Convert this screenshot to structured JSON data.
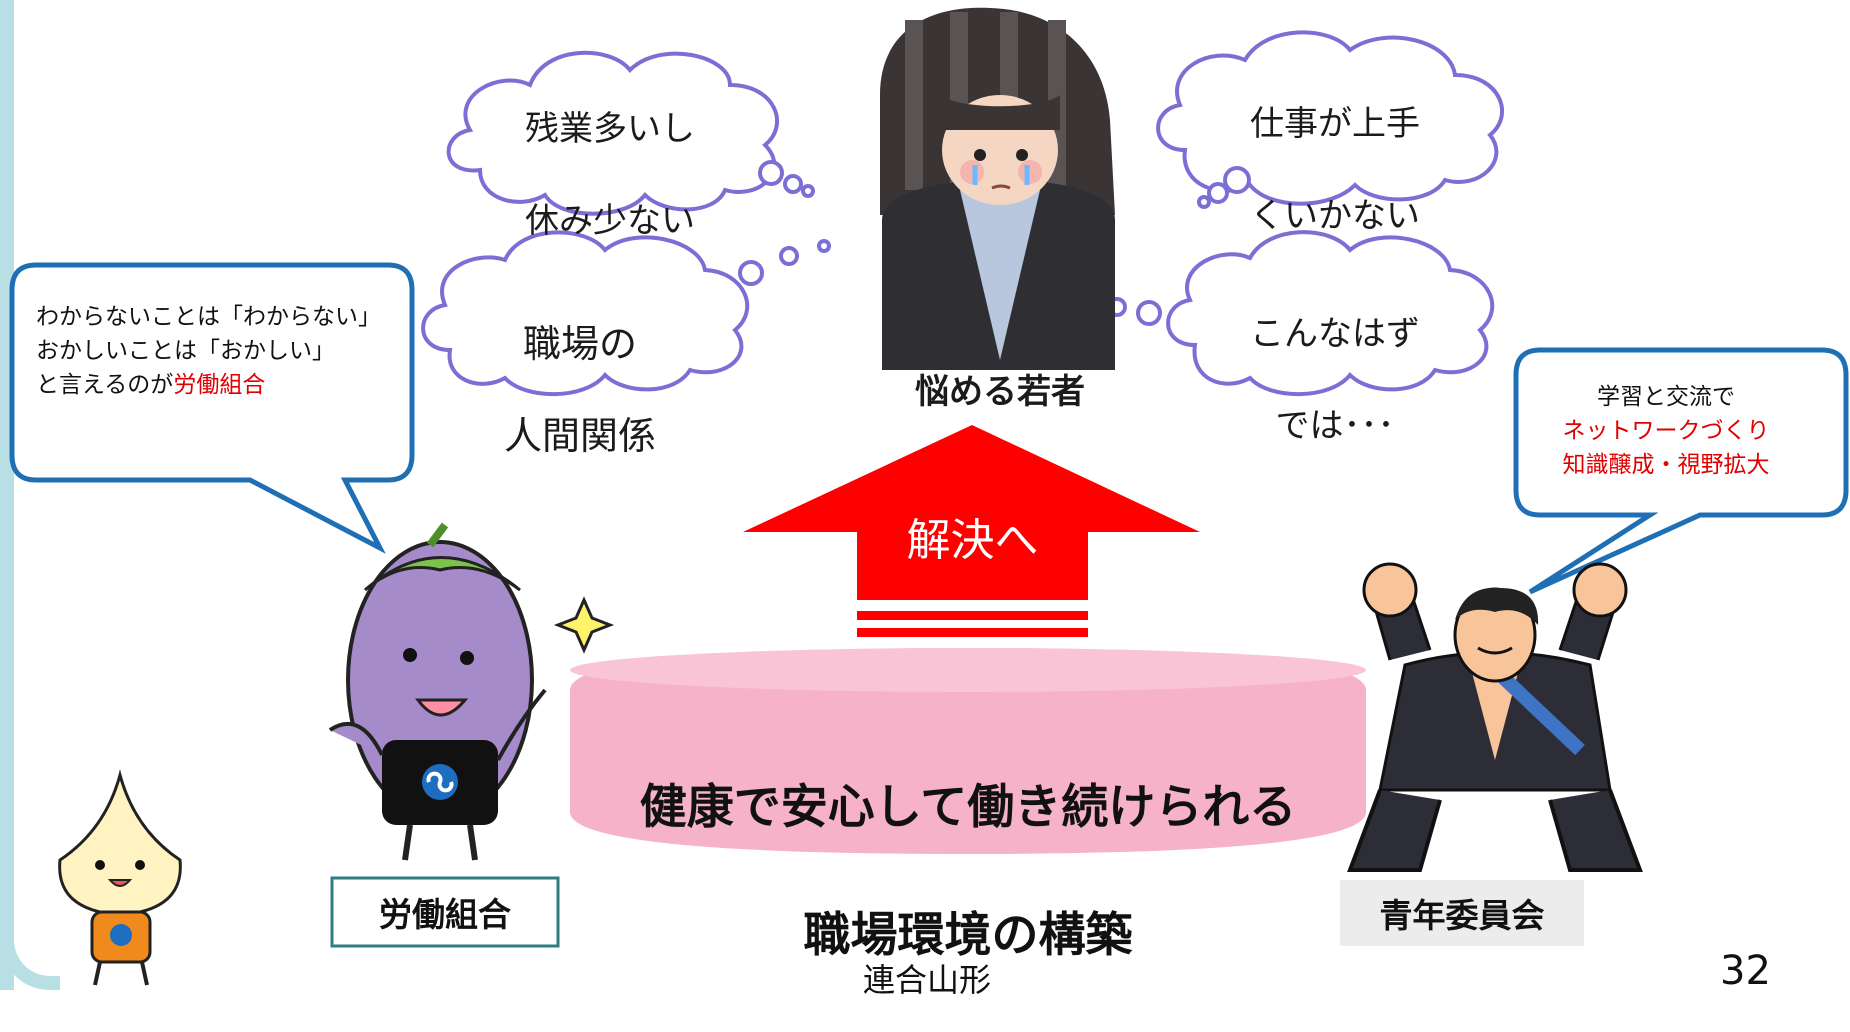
{
  "clouds": {
    "overtime_line1": "残業多いし",
    "overtime_line2": "休み少ない",
    "work_line1": "仕事が上手",
    "work_line2": "くいかない",
    "relations_line1": "職場の",
    "relations_line2": "人間関係",
    "expect_line1": "こんなはず",
    "expect_line2": "では･･･"
  },
  "bubbles": {
    "union_line1": "わからないことは「わからない」",
    "union_line2": "おかしいことは「おかしい」",
    "union_line3_prefix": "と言えるのが",
    "union_line3_highlight": "労働組合",
    "youth_line1": "学習と交流で",
    "youth_line2": "ネットワークづくり",
    "youth_line3": "知識醸成・視野拡大"
  },
  "labels": {
    "worker": "悩める若者",
    "union": "労働組合",
    "youth_committee": "青年委員会"
  },
  "arrow": {
    "label": "解決へ"
  },
  "base": {
    "line1": "健康で安心して働き続けられる",
    "line2": "職場環境の構築"
  },
  "footer": {
    "organization": "連合山形",
    "page_number": "32"
  },
  "colors": {
    "cloud_outline": "#7b6fd6",
    "callout_outline": "#1f6fb5",
    "arrow": "#ff0000",
    "base_fill": "#f6b2c9",
    "union_box_border": "#2e7d86",
    "youth_box_fill": "#ececec",
    "highlight_text": "#e00000",
    "frame": "#b7dfe4"
  },
  "icons": [
    "sparkle-icon",
    "union-logo-icon"
  ]
}
